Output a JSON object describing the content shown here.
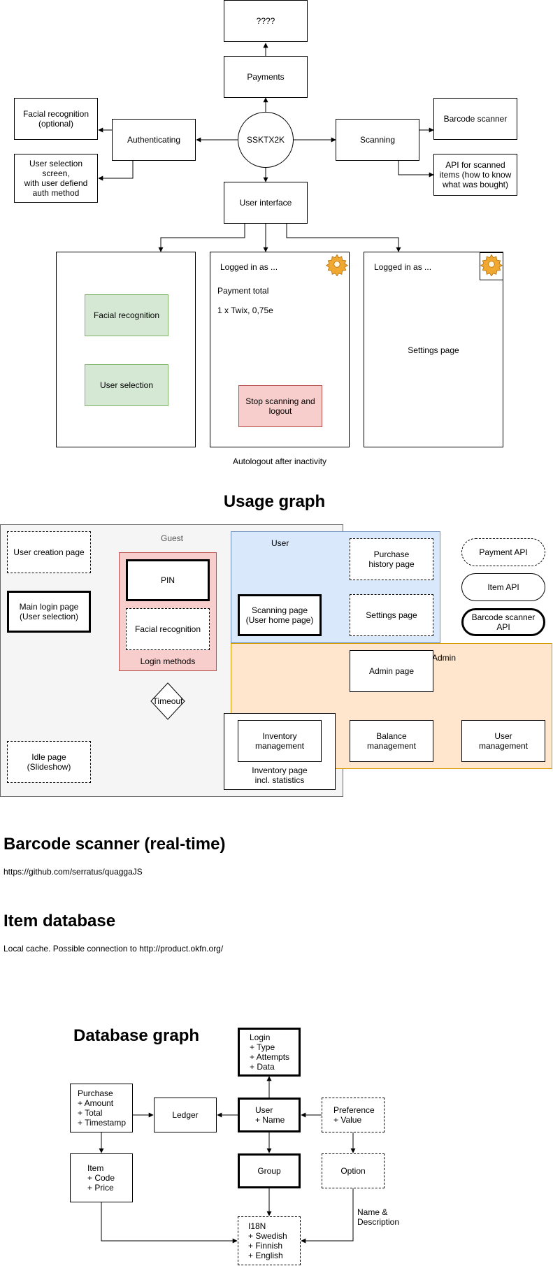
{
  "architecture": {
    "unknown": "????",
    "payments": "Payments",
    "core": "SSKTX2K",
    "authenticating": "Authenticating",
    "scanning": "Scanning",
    "facial_optional": "Facial recognition\n(optional)",
    "user_selection_screen": "User selection\nscreen,\nwith user defiend\nauth method",
    "barcode_scanner": "Barcode scanner",
    "api_scanned": "API for scanned\nitems (how to know\nwhat was bought)",
    "user_interface": "User interface"
  },
  "screens": {
    "login_screen": {
      "facial_button": "Facial recognition",
      "user_selection_button": "User selection"
    },
    "scanning_screen": {
      "logged_in": "Logged in as ...",
      "payment_total": "Payment total",
      "item_line": "1 x Twix, 0,75e",
      "stop_button": "Stop scanning and\nlogout"
    },
    "settings_screen": {
      "logged_in": "Logged in as ...",
      "settings_label": "Settings page"
    },
    "autologout_note": "Autologout after inactivity"
  },
  "usage_graph": {
    "title": "Usage graph",
    "guest_zone": "Guest",
    "user_zone": "User",
    "admin_zone": "Admin",
    "user_creation": "User creation page",
    "main_login": "Main login page\n(User selection)",
    "pin": "PIN",
    "facial": "Facial recognition",
    "login_methods": "Login methods",
    "timeout": "Timeout",
    "idle_page": "Idle page\n(Slideshow)",
    "scanning_page": "Scanning page\n(User home page)",
    "purchase_history": "Purchase\nhistory page",
    "settings_page": "Settings page",
    "admin_page": "Admin page",
    "inventory_mgmt": "Inventory\nmanagement",
    "inventory_page": "Inventory page\nincl. statistics",
    "balance_mgmt": "Balance\nmanagement",
    "user_mgmt": "User\nmanagement",
    "legend_payment_api": "Payment API",
    "legend_item_api": "Item API",
    "legend_barcode_api": "Barcode scanner\nAPI"
  },
  "barcode_section": {
    "heading": "Barcode scanner (real-time)",
    "link": "https://github.com/serratus/quaggaJS"
  },
  "item_db_section": {
    "heading": "Item database",
    "text": "Local cache. Possible connection to http://product.okfn.org/"
  },
  "database_graph": {
    "title": "Database graph",
    "login": "Login\n+ Type\n+ Attempts\n+ Data",
    "purchase": "Purchase\n+ Amount\n+ Total\n+ Timestamp",
    "ledger": "Ledger",
    "user": "User\n+ Name",
    "preference": "Preference\n+ Value",
    "item": "Item\n+ Code\n+ Price",
    "group": "Group",
    "option": "Option",
    "name_desc": "Name &\nDescription",
    "i18n": "I18N\n+ Swedish\n+ Finnish\n+ English"
  },
  "colors": {
    "green_fill": "#d5e8d4",
    "red_fill": "#f8cecc",
    "guest_fill": "#f5f5f5",
    "user_fill": "#dae8fc",
    "admin_fill": "#ffe6cc"
  }
}
